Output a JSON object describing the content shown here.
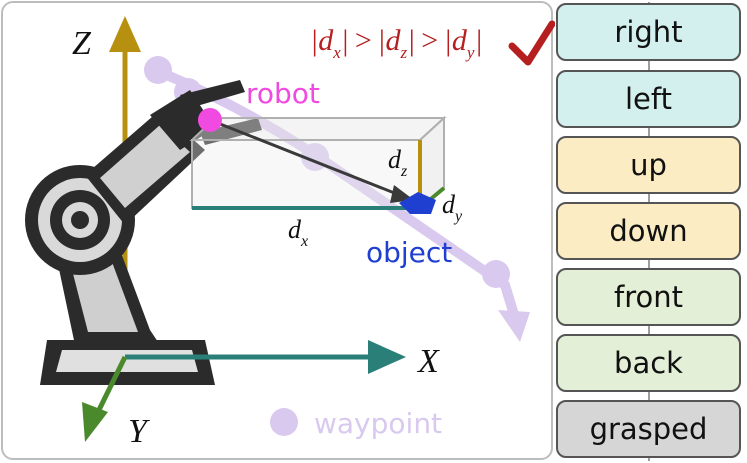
{
  "axes": {
    "x": "X",
    "y": "Y",
    "z": "Z"
  },
  "labels": {
    "robot": "robot",
    "object": "object",
    "waypoint": "waypoint",
    "dx_base": "d",
    "dx_sub": "x",
    "dy_base": "d",
    "dy_sub": "y",
    "dz_base": "d",
    "dz_sub": "z"
  },
  "condition": {
    "bar": "|",
    "d": "d",
    "sub_x": "x",
    "sub_z": "z",
    "sub_y": "y",
    "gt": ">"
  },
  "actions": [
    {
      "label": "right",
      "color": "#d3f0ee"
    },
    {
      "label": "left",
      "color": "#d3f0ee"
    },
    {
      "label": "up",
      "color": "#fbecc4"
    },
    {
      "label": "down",
      "color": "#fbecc4"
    },
    {
      "label": "front",
      "color": "#e3efd6"
    },
    {
      "label": "back",
      "color": "#e3efd6"
    },
    {
      "label": "grasped",
      "color": "#d6d6d6"
    }
  ],
  "colors": {
    "z_axis": "#b8900f",
    "x_axis": "#2a7f78",
    "y_axis": "#4a8a2c",
    "robot": "#f04ae0",
    "object": "#1f3fd0",
    "waypoint": "#d9c9ee",
    "condition": "#b51f1f",
    "check": "#b51f1f"
  }
}
